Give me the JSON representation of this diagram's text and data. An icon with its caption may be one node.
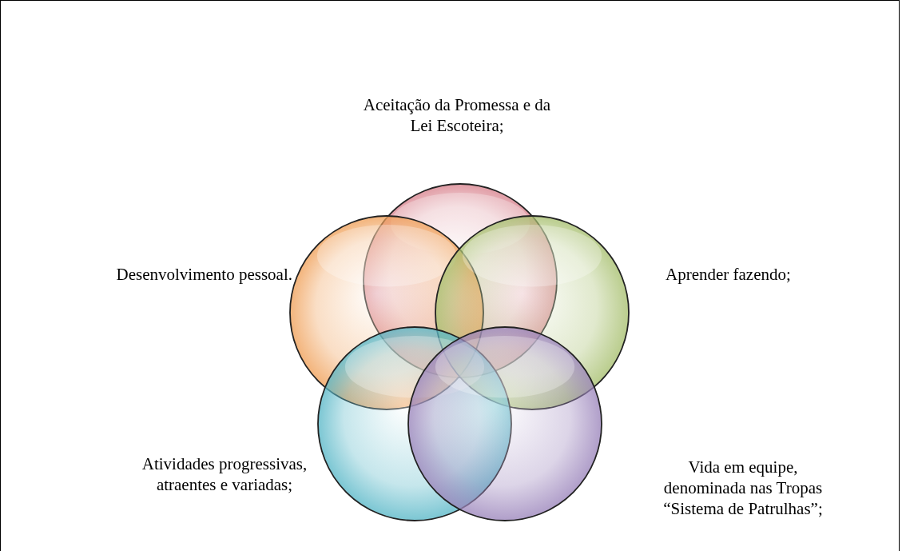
{
  "diagram": {
    "nodes": [
      {
        "text": [],
        "shape": "circle",
        "beside": [
          "Aceitação da Promessa e da Lei Escoteira;"
        ]
      },
      {
        "text": [],
        "shape": "circle",
        "beside": [
          "Desenvolvimento pessoal."
        ]
      },
      {
        "text": [],
        "shape": "circle",
        "beside": [
          "Aprender fazendo;"
        ]
      },
      {
        "text": [],
        "shape": "circle",
        "beside": [
          "Atividades progressivas, atraentes e variadas;"
        ]
      },
      {
        "text": [],
        "shape": "circle",
        "beside": [
          "Vida em equipe, denominada nas Tropas “Sistema de Patrulhas”;"
        ]
      }
    ]
  }
}
